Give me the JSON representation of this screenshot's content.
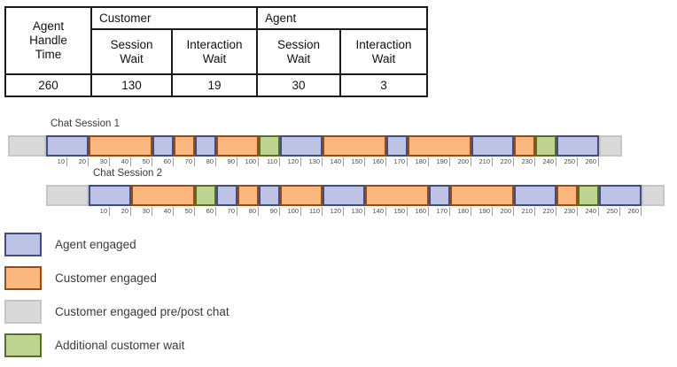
{
  "colors": {
    "agent_fill": "#BDC3E4",
    "agent_border": "#3F4D87",
    "customer_fill": "#FAB87F",
    "customer_border": "#9C4A0E",
    "prepost_fill": "#D9D9D9",
    "prepost_border": "#C6C6C6",
    "wait_fill": "#BFD493",
    "wait_border": "#55701E"
  },
  "chart_data": [
    {
      "type": "table",
      "merged_header": {
        "lines": [
          "Agent",
          "Handle",
          "Time"
        ]
      },
      "groups": [
        {
          "label": "Customer",
          "colspan": 2
        },
        {
          "label": "Agent",
          "colspan": 2
        }
      ],
      "columns": [
        {
          "lines": [
            "Session",
            "Wait"
          ]
        },
        {
          "lines": [
            "Interaction",
            "Wait"
          ]
        },
        {
          "lines": [
            "Session",
            "Wait"
          ]
        },
        {
          "lines": [
            "Interaction",
            "Wait"
          ]
        }
      ],
      "values": [
        "260",
        "130",
        "19",
        "30",
        "3"
      ]
    },
    {
      "type": "bar",
      "subtype": "timeline-gantt",
      "axis": {
        "tick_start": 10,
        "tick_end": 260,
        "tick_interval": 10
      },
      "sessions": [
        {
          "title": "Chat Session 1",
          "segments": [
            [
              "prepost",
              -18,
              0
            ],
            [
              "agent",
              0,
              20
            ],
            [
              "customer",
              20,
              50
            ],
            [
              "agent",
              50,
              60
            ],
            [
              "customer",
              60,
              70
            ],
            [
              "agent",
              70,
              80
            ],
            [
              "customer",
              80,
              100
            ],
            [
              "wait",
              100,
              110
            ],
            [
              "agent",
              110,
              130
            ],
            [
              "customer",
              130,
              160
            ],
            [
              "agent",
              160,
              170
            ],
            [
              "customer",
              170,
              200
            ],
            [
              "agent",
              200,
              220
            ],
            [
              "customer",
              220,
              230
            ],
            [
              "wait",
              230,
              240
            ],
            [
              "agent",
              240,
              260
            ],
            [
              "prepost",
              260,
              271
            ]
          ]
        },
        {
          "title": "Chat Session 2",
          "segments": [
            [
              "prepost",
              -20,
              0
            ],
            [
              "agent",
              0,
              20
            ],
            [
              "customer",
              20,
              50
            ],
            [
              "wait",
              50,
              60
            ],
            [
              "agent",
              60,
              70
            ],
            [
              "customer",
              70,
              80
            ],
            [
              "agent",
              80,
              90
            ],
            [
              "customer",
              90,
              110
            ],
            [
              "agent",
              110,
              130
            ],
            [
              "customer",
              130,
              160
            ],
            [
              "agent",
              160,
              170
            ],
            [
              "customer",
              170,
              200
            ],
            [
              "agent",
              200,
              220
            ],
            [
              "customer",
              220,
              230
            ],
            [
              "wait",
              230,
              240
            ],
            [
              "agent",
              240,
              260
            ],
            [
              "prepost",
              260,
              271
            ]
          ]
        }
      ]
    }
  ],
  "legend": {
    "items": [
      {
        "key": "agent",
        "label": "Agent engaged"
      },
      {
        "key": "customer",
        "label": "Customer engaged"
      },
      {
        "key": "prepost",
        "label": "Customer engaged pre/post chat"
      },
      {
        "key": "wait",
        "label": "Additional customer wait"
      }
    ]
  }
}
